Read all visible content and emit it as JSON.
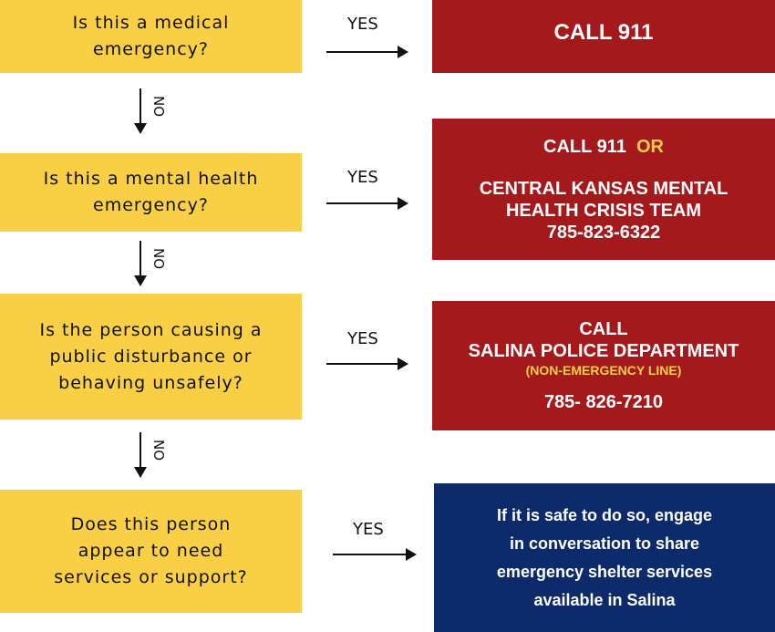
{
  "questions": [
    {
      "line1": "Is this a medical",
      "line2": "emergency?"
    },
    {
      "line1": "Is this a mental health",
      "line2": "emergency?"
    },
    {
      "line1": "Is the person causing a",
      "line2": "public disturbance or",
      "line3": "behaving unsafely?"
    },
    {
      "line1": "Does this person",
      "line2": "appear to need",
      "line3": "services or support?"
    }
  ],
  "yes_label": "YES",
  "no_label": "NO",
  "answers": {
    "a1": {
      "text": "CALL 911"
    },
    "a2": {
      "call": "CALL 911",
      "or": "OR",
      "line1": "CENTRAL KANSAS MENTAL",
      "line2": "HEALTH CRISIS TEAM",
      "phone": "785-823-6322"
    },
    "a3": {
      "call": "CALL",
      "line1": "SALINA POLICE DEPARTMENT",
      "note": "(NON-EMERGENCY LINE)",
      "phone": "785- 826-7210"
    },
    "a4": {
      "line1": "If it is safe to do so, engage",
      "line2": "in conversation to share",
      "line3": "emergency shelter services",
      "line4": "available in Salina"
    }
  },
  "colors": {
    "yellow": "#F9CF45",
    "red": "#A4191B",
    "blue": "#0D2A6B"
  }
}
